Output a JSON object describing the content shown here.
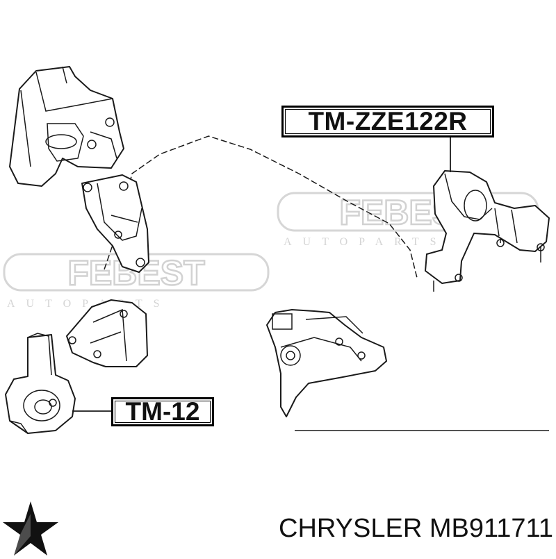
{
  "watermark": {
    "brand": "FEBEST",
    "sub": "AUTOPARTS"
  },
  "labels": {
    "upper_part_code": "TM-ZZE122R",
    "lower_part_code": "TM-12"
  },
  "caption": "CHRYSLER MB911711",
  "icons": {
    "brand_logo": "pentastar-icon"
  }
}
